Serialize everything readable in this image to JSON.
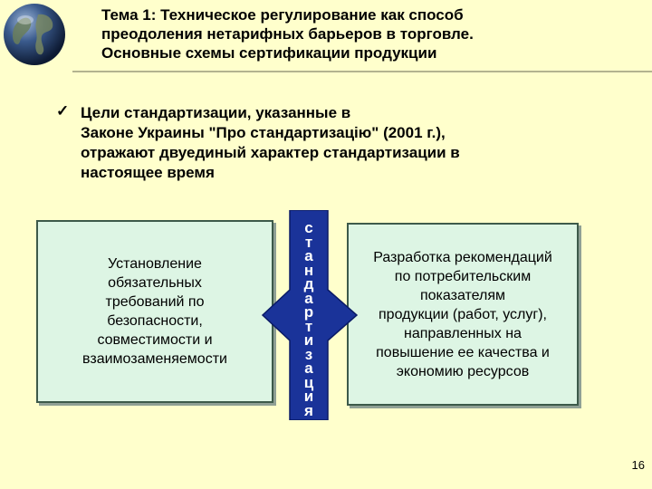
{
  "title": {
    "lines": [
      "Тема 1: Техническое регулирование как способ",
      "преодоления нетарифных барьеров в торговле.",
      "Основные схемы сертификации продукции"
    ]
  },
  "bullet": {
    "icon": "checkmark-icon",
    "lines": [
      "Цели стандартизации, указанные в",
      "Законе Украины \"Про стандартизацію\" (2001 г.),",
      "отражают двуединый характер стандартизации в",
      "настоящее время"
    ]
  },
  "left_box": {
    "lines": [
      "Установление",
      "обязательных",
      "требований по",
      "безопасности,",
      "совместимости и",
      "взаимозаменяемости"
    ]
  },
  "right_box": {
    "lines": [
      "Разработка рекомендаций",
      "по потребительским",
      "показателям",
      "продукции (работ, услуг),",
      "направленных на",
      "повышение ее качества и",
      "экономию ресурсов"
    ]
  },
  "center_arrow": {
    "letters": [
      "с",
      "т",
      "а",
      "н",
      "д",
      "а",
      "р",
      "т",
      "и",
      "з",
      "а",
      "ц",
      "и",
      "я"
    ]
  },
  "page_number": "16",
  "colors": {
    "background": "#ffffcc",
    "box_fill": "#ddf5e4",
    "arrow_fill": "#1a3399"
  }
}
